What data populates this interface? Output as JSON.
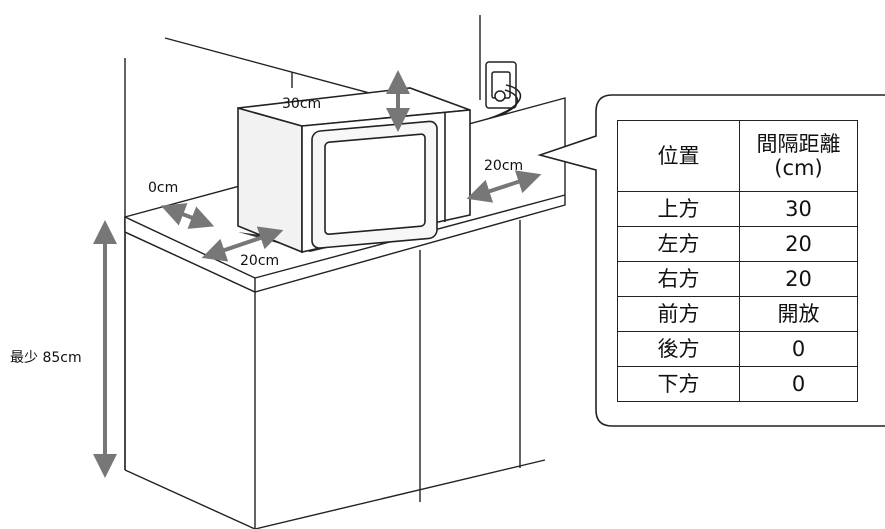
{
  "labels": {
    "top_clearance": "30cm",
    "left_clearance": "0cm",
    "right_clearance": "20cm",
    "front_clearance": "20cm",
    "counter_height": "最少 85cm"
  },
  "table": {
    "headers": [
      "位置",
      "間隔距離",
      "(cm)"
    ],
    "rows": [
      {
        "position": "上方",
        "distance": "30"
      },
      {
        "position": "左方",
        "distance": "20"
      },
      {
        "position": "右方",
        "distance": "20"
      },
      {
        "position": "前方",
        "distance": "開放"
      },
      {
        "position": "後方",
        "distance": "0"
      },
      {
        "position": "下方",
        "distance": "0"
      }
    ]
  },
  "colors": {
    "line": "#222222",
    "arrow": "#777777",
    "microwave_body": "#f2f2f2",
    "microwave_side": "#ffffff"
  }
}
